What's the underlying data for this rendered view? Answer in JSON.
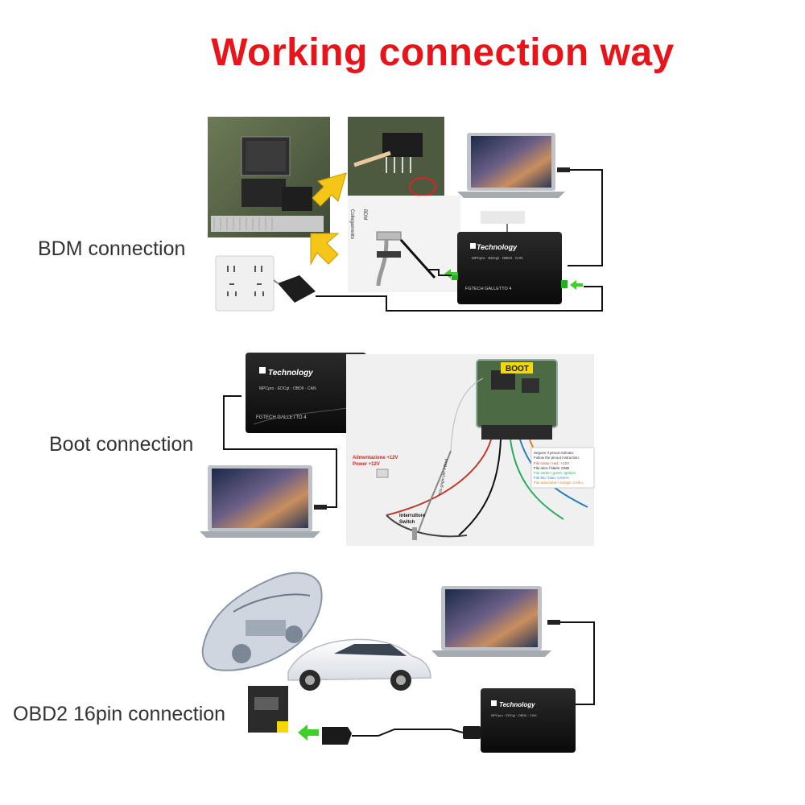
{
  "title": "Working connection way",
  "sections": {
    "bdm": {
      "label": "BDM connection"
    },
    "boot": {
      "label": "Boot connection"
    },
    "obd": {
      "label": "OBD2 16pin connection"
    }
  },
  "device": {
    "brand": "Technology",
    "model": "FGTECH GALLETTO 4",
    "subtitle": "MPCpro · EDCgt · OBDII · CAN"
  },
  "boot_photo": {
    "boot_tag": "BOOT",
    "power_label_it": "Alimentazione +12V",
    "power_label_en": "Power +12V",
    "switch_label_it": "Interruttore",
    "switch_label_en": "Switch",
    "grey_wire_label": "Filo grigio per il Boot",
    "legend": [
      "Seguire il pinout indicato:",
      "Follow the pinout instruction:",
      "Filo rosso / red : +12V",
      "Filo nero / black: GND",
      "Filo verde / green: Ignition",
      "Filo blu / blue: CAN-H",
      "Filo arancione / orange: CAN-L"
    ]
  },
  "colors": {
    "title": "#e8141a",
    "arrow_yellow": "#f5c518",
    "arrow_green": "#3fcf2a",
    "cable": "#111111"
  }
}
